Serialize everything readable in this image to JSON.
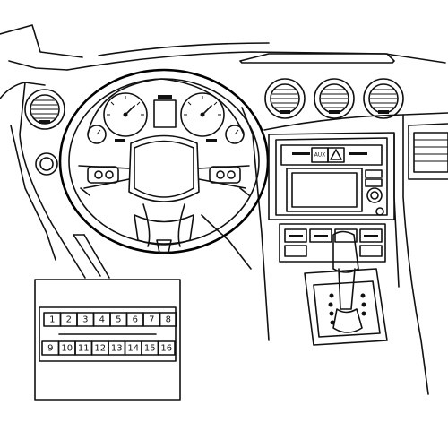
{
  "connector": {
    "top_row": [
      "1",
      "2",
      "3",
      "4",
      "5",
      "6",
      "7",
      "8"
    ],
    "bottom_row": [
      "9",
      "10",
      "11",
      "12",
      "13",
      "14",
      "15",
      "16"
    ]
  },
  "dash": {
    "aux_button_label": "AUX"
  }
}
